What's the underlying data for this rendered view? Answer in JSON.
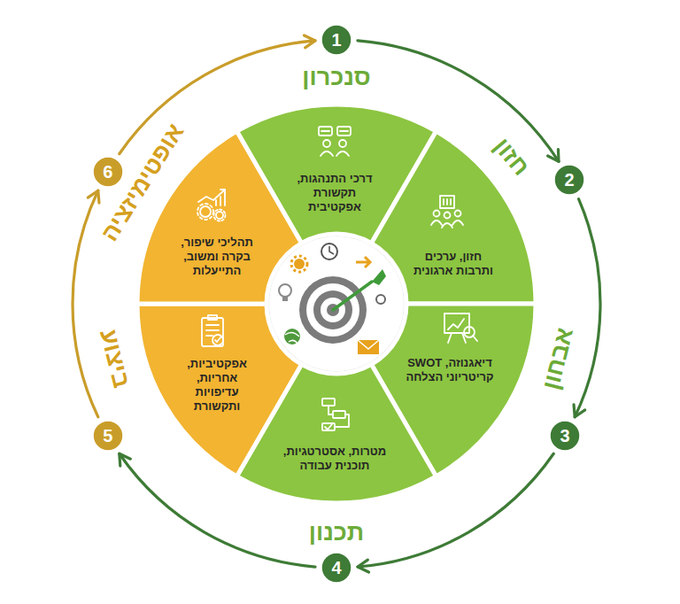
{
  "diagram": {
    "nodes": [
      {
        "text": [
          "1"
        ]
      },
      {
        "text": [
          "2"
        ]
      },
      {
        "text": [
          "3"
        ]
      },
      {
        "text": [
          "4"
        ]
      },
      {
        "text": [
          "5"
        ]
      },
      {
        "text": [
          "6"
        ]
      },
      {
        "text": [
          "דרכי התנהגות, תקשורת אפקטיבית"
        ]
      },
      {
        "text": [
          "חזון, ערכים ותרבות ארגונית"
        ]
      },
      {
        "text": [
          "דיאגנוזה, SWOT קריטריוני הצלחה"
        ]
      },
      {
        "text": [
          "מטרות, אסטרטגיות, תוכנית עבודה"
        ]
      },
      {
        "text": [
          "אפקטיביות, אחריות, עדיפויות ותקשורת"
        ]
      },
      {
        "text": [
          "תהליכי שיפור, בקרה ומשוב, התייעלות"
        ]
      }
    ],
    "edges": [
      {
        "from": 0,
        "to": 1,
        "arrow": "to"
      },
      {
        "from": 1,
        "to": 2,
        "arrow": "to"
      },
      {
        "from": 2,
        "to": 3,
        "arrow": "to"
      },
      {
        "from": 3,
        "to": 4,
        "arrow": "to"
      },
      {
        "from": 4,
        "to": 5,
        "arrow": "to"
      },
      {
        "from": 5,
        "to": 0,
        "arrow": "to"
      }
    ],
    "labels": [
      "סנכרון",
      "חזון",
      "אבחון",
      "תכנון",
      "ביצוע",
      "אופטימיזציה"
    ]
  }
}
